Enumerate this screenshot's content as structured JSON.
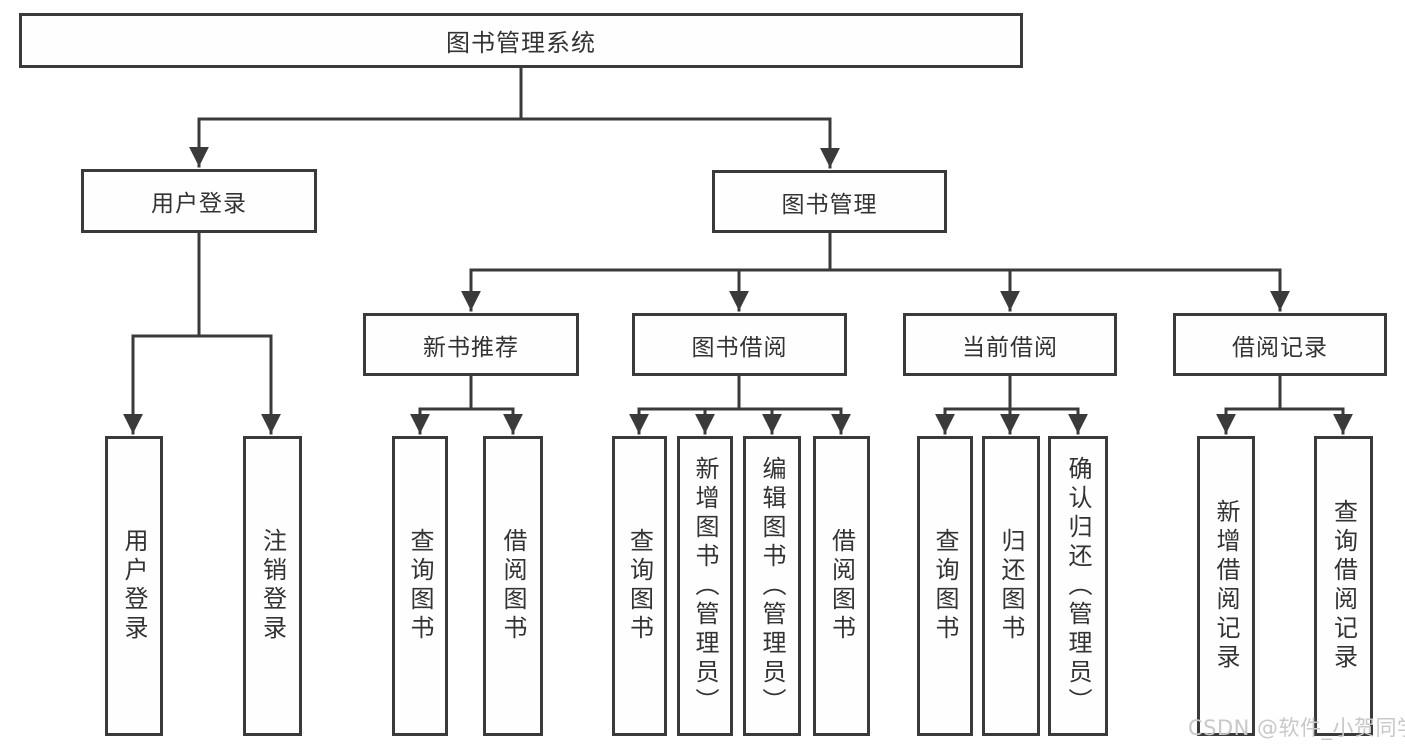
{
  "diagram": {
    "type": "tree",
    "root": {
      "label": "图书管理系统"
    },
    "level2": [
      {
        "label": "用户登录"
      },
      {
        "label": "图书管理"
      }
    ],
    "level3": [
      {
        "label": "新书推荐"
      },
      {
        "label": "图书借阅"
      },
      {
        "label": "当前借阅"
      },
      {
        "label": "借阅记录"
      }
    ],
    "leaves": {
      "user_login": [
        "用户登录",
        "注销登录"
      ],
      "new_book": [
        "查询图书",
        "借阅图书"
      ],
      "book_borrow": [
        "查询图书",
        "新增图书（管理员）",
        "编辑图书（管理员）",
        "借阅图书"
      ],
      "current_borrow": [
        "查询图书",
        "归还图书",
        "确认归还（管理员）"
      ],
      "borrow_records": [
        "新增借阅记录",
        "查询借阅记录"
      ]
    },
    "colors": {
      "line": "#3a3a3a",
      "text": "#333333",
      "box_background": "#fefefe",
      "background": "#ffffff",
      "watermark": "#c8c8c8"
    }
  },
  "watermark": {
    "text": "CSDN @软件_小贺同学"
  }
}
